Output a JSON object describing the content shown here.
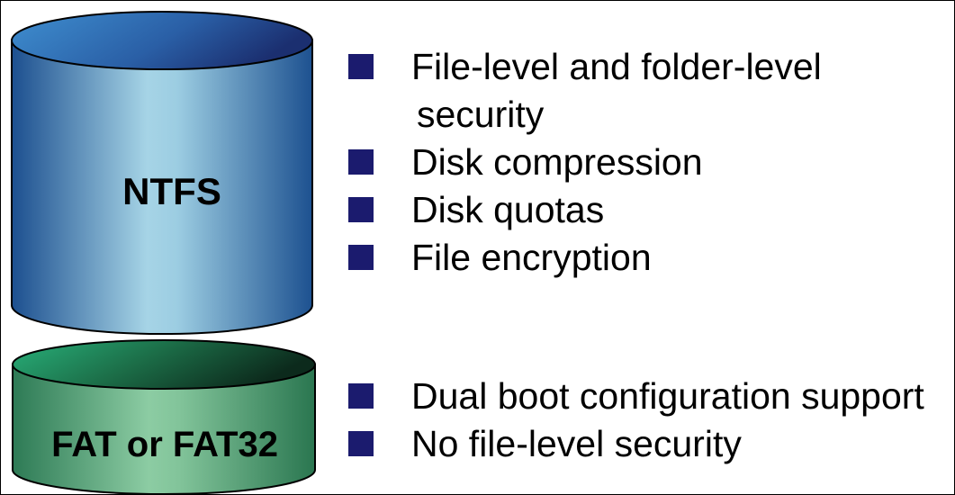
{
  "ntfs": {
    "label": "NTFS",
    "colors": {
      "body_edge": "#1c4f8f",
      "body_center": "#a6d4e6",
      "top": "#2a6cb3"
    },
    "features": [
      {
        "line1": "File-level and folder-level",
        "line2": "security"
      },
      {
        "line1": "Disk compression"
      },
      {
        "line1": "Disk quotas"
      },
      {
        "line1": "File encryption"
      }
    ]
  },
  "fat": {
    "label": "FAT or FAT32",
    "colors": {
      "body_edge": "#2d7a55",
      "body_center": "#8ccca3",
      "top": "#1c7a4f"
    },
    "features": [
      {
        "line1": "Dual boot configuration support"
      },
      {
        "line1": "No file-level security"
      }
    ]
  },
  "bullet_color": "#1b1b6e"
}
